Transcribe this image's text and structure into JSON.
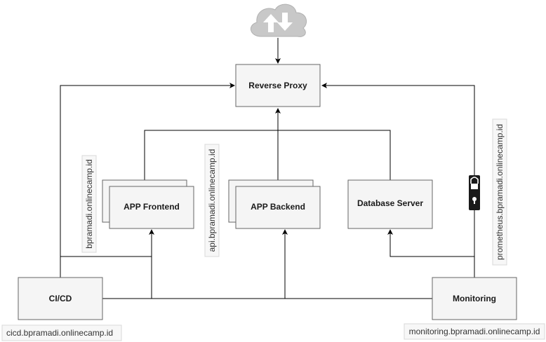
{
  "nodes": {
    "reverse_proxy": "Reverse Proxy",
    "app_frontend": "APP Frontend",
    "app_backend": "APP Backend",
    "database_server": "Database Server",
    "cicd": "CI/CD",
    "monitoring": "Monitoring"
  },
  "domains": {
    "frontend": "bpramadi.onlinecamp.id",
    "backend": "api.bpramadi.onlinecamp.id",
    "prometheus": "prometheus.bpramadi.onlinecamp.id",
    "cicd": "cicd.bpramadi.onlinecamp.id",
    "monitoring": "monitoring.bpramadi.onlinecamp.id"
  },
  "icons": {
    "cloud": "cloud-upload-download-icon",
    "lock": "padlock-icon"
  },
  "colors": {
    "box_fill": "#f5f5f5",
    "box_stroke": "#666666",
    "cloud": "#c8c8c8",
    "edge": "#000000"
  }
}
